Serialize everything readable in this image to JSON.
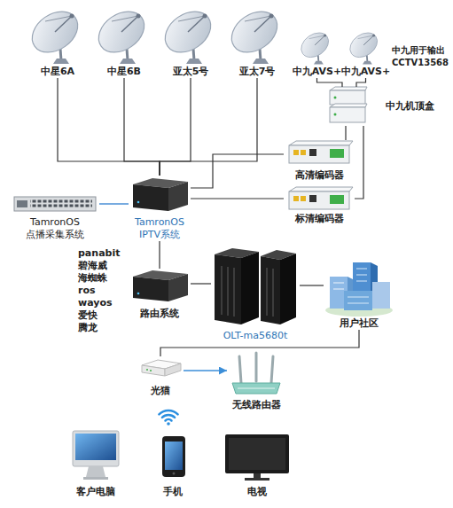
{
  "diagram": {
    "nodes": [
      {
        "text": [
          "中星6A"
        ]
      },
      {
        "text": [
          "中星6B"
        ]
      },
      {
        "text": [
          "亚太5号"
        ]
      },
      {
        "text": [
          "亚太7号"
        ]
      },
      {
        "text": [
          "中九AVS+"
        ]
      },
      {
        "text": [
          "中九AVS+"
        ]
      },
      {
        "text": [
          "中九机顶盒"
        ]
      },
      {
        "text": [
          "高清编码器"
        ]
      },
      {
        "text": [
          "TamronOS 点播采集系统"
        ]
      },
      {
        "text": [
          "TamronOS IPTV系统"
        ]
      },
      {
        "text": [
          "标清编码器"
        ]
      },
      {
        "text": [
          "路由系统"
        ]
      },
      {
        "text": [
          "OLT-ma5680t"
        ]
      },
      {
        "text": [
          "用户社区"
        ]
      },
      {
        "text": [
          "光猫"
        ]
      },
      {
        "text": [
          "无线路由器"
        ]
      },
      {
        "text": [
          "客户电脑"
        ]
      },
      {
        "text": [
          "手机"
        ]
      },
      {
        "text": [
          "电视"
        ]
      }
    ],
    "edges": [
      {
        "from": 0,
        "to": 9,
        "arrow": "none"
      },
      {
        "from": 1,
        "to": 9,
        "arrow": "none"
      },
      {
        "from": 2,
        "to": 9,
        "arrow": "none"
      },
      {
        "from": 3,
        "to": 9,
        "arrow": "none"
      },
      {
        "from": 4,
        "to": 6,
        "arrow": "none"
      },
      {
        "from": 5,
        "to": 6,
        "arrow": "none"
      },
      {
        "from": 6,
        "to": 7,
        "arrow": "none"
      },
      {
        "from": 6,
        "to": 10,
        "arrow": "none"
      },
      {
        "from": 7,
        "to": 9,
        "arrow": "none"
      },
      {
        "from": 8,
        "to": 9,
        "arrow": "none"
      },
      {
        "from": 10,
        "to": 9,
        "arrow": "none"
      },
      {
        "from": 9,
        "to": 11,
        "arrow": "none"
      },
      {
        "from": 11,
        "to": 12,
        "arrow": "none"
      },
      {
        "from": 12,
        "to": 13,
        "arrow": "none"
      },
      {
        "from": 13,
        "to": 14,
        "arrow": "none"
      },
      {
        "from": 14,
        "to": 15,
        "arrow": "to"
      }
    ],
    "labels": [
      "中九用于输出 CCTV13568",
      "panabit",
      "碧海威",
      "海蜘蛛",
      "ros",
      "wayos",
      "爱快",
      "腾龙"
    ]
  }
}
